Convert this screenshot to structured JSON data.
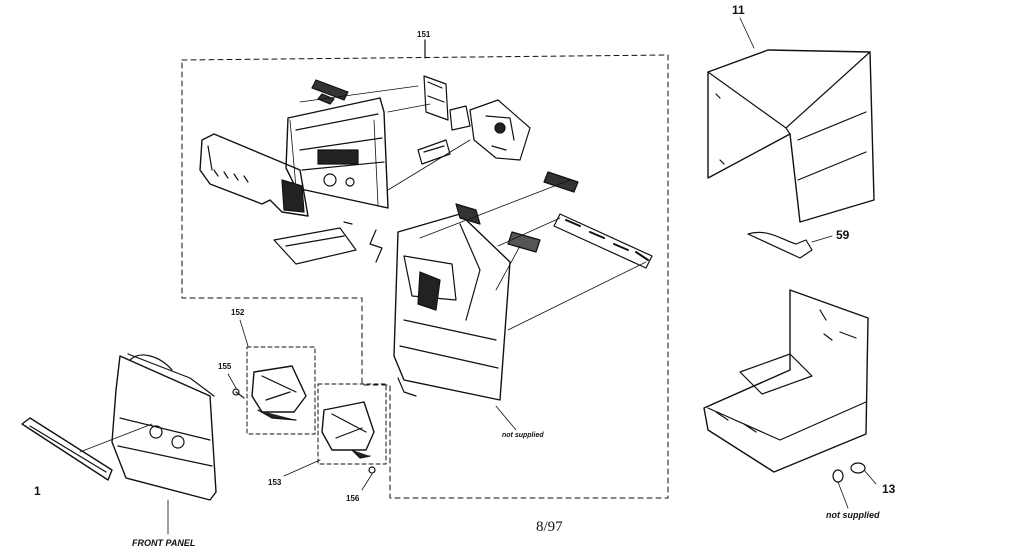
{
  "labels": {
    "l151": "151",
    "l11": "11",
    "l59": "59",
    "l152": "152",
    "l155": "155",
    "l153": "153",
    "l156": "156",
    "l1": "1",
    "l13": "13",
    "not_supplied_center": "not supplied",
    "not_supplied_right": "not supplied",
    "front_panel": "FRONT PANEL",
    "page_number": "8/97"
  },
  "colors": {
    "line": "#111111",
    "background": "#ffffff"
  }
}
